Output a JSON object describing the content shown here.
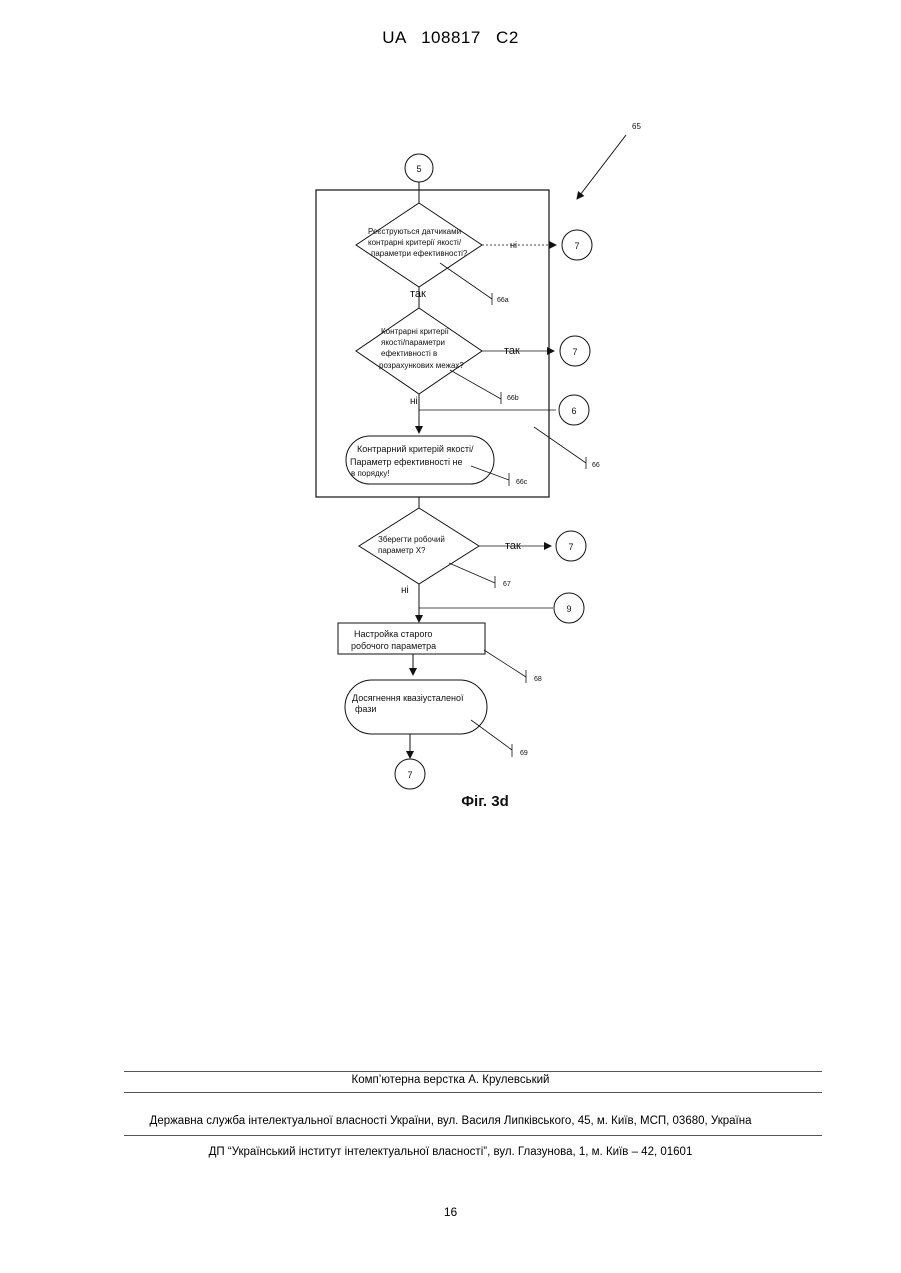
{
  "header": {
    "patent_number": "UA   108817   C2"
  },
  "figure": {
    "caption": "Фіг. 3d",
    "refs": {
      "r65": "65",
      "r66": "66",
      "r66a": "66a",
      "r66b": "66b",
      "r66c": "66c",
      "r67": "67",
      "r68": "68",
      "r69": "69"
    },
    "connectors": {
      "top_5": "5",
      "c7a": "7",
      "c7b": "7",
      "c6": "6",
      "c7c": "7",
      "c9": "9",
      "bottom_7": "7"
    },
    "decision1": {
      "line1": "Реєструються датчиками",
      "line2": "контрарні критерії якості/",
      "line3": "параметри ефективності?"
    },
    "decision2": {
      "line1": "Контрарні критерії",
      "line2": "якості/параметри",
      "line3": "ефективності в",
      "line4": "розрахункових межах?"
    },
    "terminal1": {
      "line1": "Контрарний критерій якості/",
      "line2": "Параметр ефективності не",
      "line3": "в порядку!"
    },
    "decision3": {
      "line1": "Зберегти робочий",
      "line2": "параметр X?"
    },
    "process1": {
      "line1": "Настройка старого",
      "line2": "робочого параметра"
    },
    "terminal2": {
      "line1": "Досягнення квазіусталеної",
      "line2": "фази"
    },
    "labels": {
      "no1": "ні",
      "yes1": "так",
      "yes2": "так",
      "no2": "ні",
      "yes3": "так",
      "no3": "ні"
    }
  },
  "footer": {
    "layout": "Комп’ютерна верстка А. Крулевський",
    "service": "Державна служба інтелектуальної власності України, вул. Василя Липківського, 45, м. Київ, МСП, 03680, Україна",
    "institute": "ДП “Український інститут інтелектуальної власності”, вул. Глазунова, 1, м. Київ – 42, 01601",
    "page_number": "16"
  }
}
